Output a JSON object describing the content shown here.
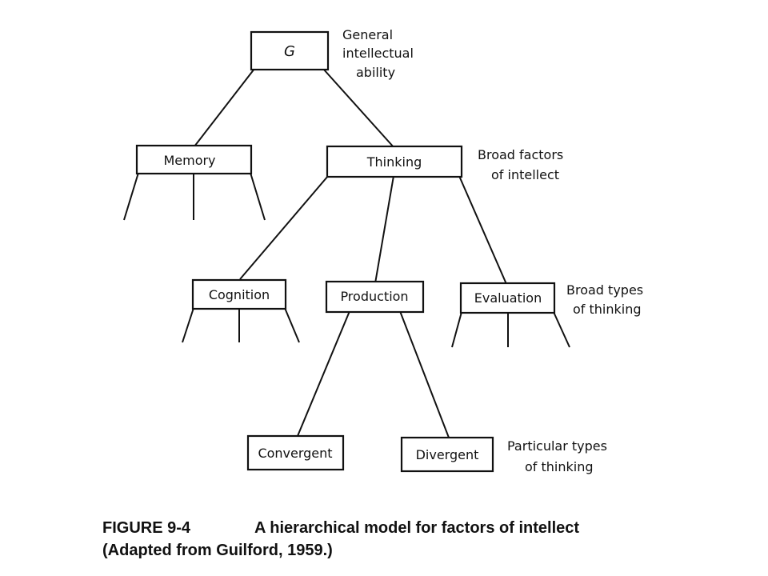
{
  "nodes": {
    "g": "G",
    "memory": "Memory",
    "thinking": "Thinking",
    "cognition": "Cognition",
    "production": "Production",
    "evaluation": "Evaluation",
    "convergent": "Convergent",
    "divergent": "Divergent"
  },
  "level_notes": {
    "g_note": [
      "General",
      "intellectual",
      "ability"
    ],
    "broad_factors": [
      "Broad factors",
      "of intellect"
    ],
    "broad_types": [
      "Broad types",
      "of thinking"
    ],
    "particular_types": [
      "Particular types",
      "of thinking"
    ]
  },
  "caption": {
    "label": "FIGURE 9-4",
    "title": "A hierarchical model for factors of intellect",
    "source": "(Adapted from Guilford, 1959.)"
  }
}
